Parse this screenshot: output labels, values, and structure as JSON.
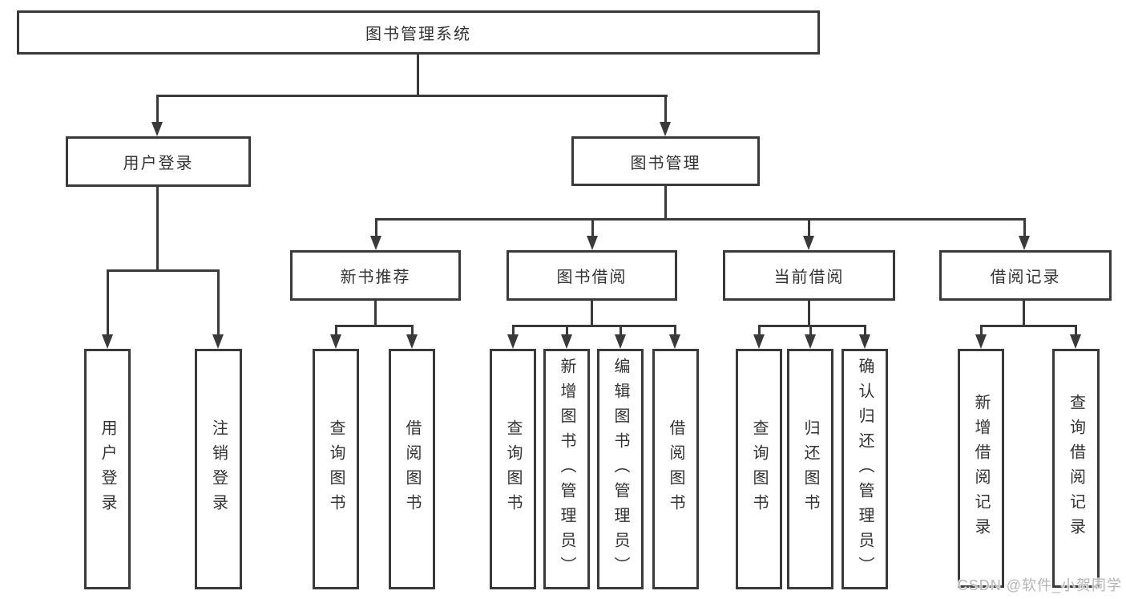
{
  "diagram": {
    "title": "图书管理系统",
    "root": {
      "label": "图书管理系统"
    },
    "level2": [
      {
        "label": "用户登录"
      },
      {
        "label": "图书管理"
      }
    ],
    "level3": [
      {
        "label": "新书推荐"
      },
      {
        "label": "图书借阅"
      },
      {
        "label": "当前借阅"
      },
      {
        "label": "借阅记录"
      }
    ],
    "leaves": {
      "login": [
        "用户登录",
        "注销登录"
      ],
      "newbook": [
        "查询图书",
        "借阅图书"
      ],
      "borrow": [
        "查询图书",
        "新增图书（管理员）",
        "编辑图书（管理员）",
        "借阅图书"
      ],
      "current": [
        "查询图书",
        "归还图书",
        "确认归还（管理员）"
      ],
      "records": [
        "新增借阅记录",
        "查询借阅记录"
      ]
    },
    "watermark": "CSDN @软件_小贺同学",
    "colors": {
      "line": "#3a3a3a",
      "text": "#333333",
      "watermark": "#b5b5b5"
    }
  }
}
